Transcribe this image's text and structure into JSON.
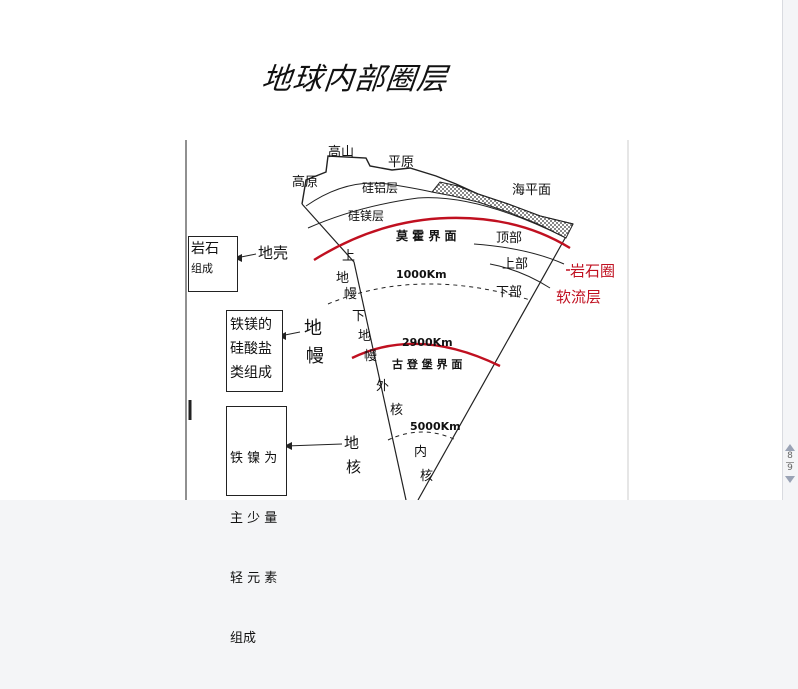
{
  "page": {
    "title": "地球内部圈层",
    "current_page": "8",
    "total_pages": "9"
  },
  "diagram": {
    "surface": {
      "mountain": "高山",
      "plain": "平原",
      "plateau": "高原",
      "sea_level": "海平面"
    },
    "layers": {
      "sial": "硅铝层",
      "sima": "硅镁层",
      "moho": "莫 霍 界 面",
      "top_part": "顶部",
      "upper_part": "上部",
      "lower_part": "下部",
      "upper_mantle_1": "上",
      "upper_mantle_2": "地",
      "upper_mantle_3": "幔",
      "lower_mantle_1": "下",
      "lower_mantle_2": "地",
      "lower_mantle_3": "幔",
      "gutenberg": "古 登 堡 界 面",
      "outer_core_1": "外",
      "outer_core_2": "核",
      "inner_core_1": "内",
      "inner_core_2": "核"
    },
    "depths": {
      "d1000": "1000Km",
      "d2900": "2900Km",
      "d5000": "5000Km"
    },
    "red_labels": {
      "lithosphere": "岩石圈",
      "asthenosphere": "软流层"
    },
    "sphere_labels": {
      "crust": "地壳",
      "mantle_1": "地",
      "mantle_2": "幔",
      "core_1": "地",
      "core_2": "核"
    },
    "boxes": {
      "crust_box": {
        "line1": "岩石",
        "line2": "组成"
      },
      "mantle_box": {
        "line1": "铁镁的",
        "line2": "硅酸盐",
        "line3": "类组成"
      },
      "core_box": {
        "line1": "铁 镍 为",
        "line2": "主 少 量",
        "line3": "轻 元 素",
        "line4": "组成"
      }
    },
    "colors": {
      "boundary_red": "#c01020",
      "label_red": "#c01020",
      "line": "#222222"
    }
  }
}
